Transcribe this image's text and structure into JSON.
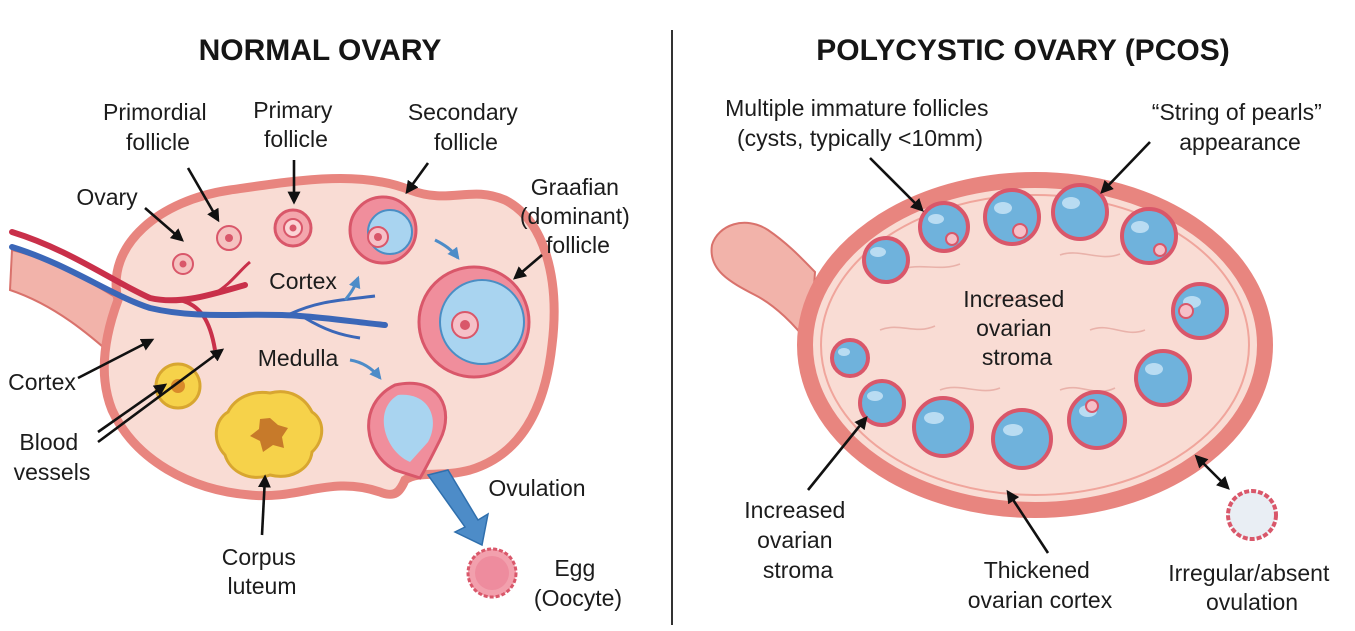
{
  "colors": {
    "ovary_outer": "#e8857f",
    "ovary_inner": "#f9dcd4",
    "follicle_fluid": "#6fb2dc",
    "follicle_wall": "#d9576a",
    "corpus_yellow": "#f6d24a",
    "artery": "#c9304a",
    "vein": "#3b67b8",
    "divider": "#333333"
  },
  "normal": {
    "title": "NORMAL OVARY",
    "labels": {
      "primordial": [
        "Primordial",
        "follicle"
      ],
      "primary": [
        "Primary",
        "follicle"
      ],
      "secondary": [
        "Secondary",
        "follicle"
      ],
      "ovary": "Ovary",
      "graafian": [
        "Graafian",
        "(dominant)",
        "follicle"
      ],
      "cortex_inner": "Cortex",
      "medulla": "Medulla",
      "cortex_outer": "Cortex",
      "blood_vessels": [
        "Blood",
        "vessels"
      ],
      "corpus_luteum": [
        "Corpus",
        "luteum"
      ],
      "ovulation": "Ovulation",
      "egg": [
        "Egg",
        "(Oocyte)"
      ]
    }
  },
  "pcos": {
    "title": "POLYCYSTIC OVARY (PCOS)",
    "labels": {
      "immature": [
        "Multiple immature follicles",
        "(cysts, typically <10mm)"
      ],
      "pearls": [
        "“String of pearls”",
        "appearance"
      ],
      "stroma_center": [
        "Increased",
        "ovarian",
        "stroma"
      ],
      "stroma_side": [
        "Increased",
        "ovarian",
        "stroma"
      ],
      "thickened": [
        "Thickened",
        "ovarian cortex"
      ],
      "irregular": [
        "Irregular/absent",
        "ovulation"
      ]
    }
  }
}
